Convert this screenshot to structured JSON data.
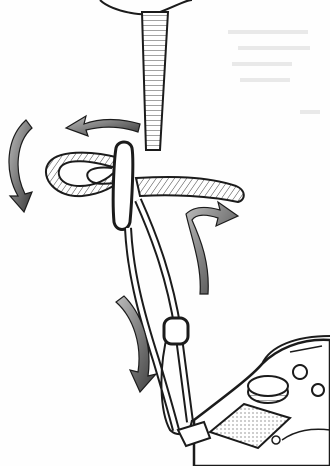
{
  "illustration": {
    "subject": "camera-neck-strap-threading",
    "arrow_icons": [
      "curved-arrow-left",
      "curved-arrow-up-left",
      "curved-arrow-right",
      "curved-arrow-down"
    ],
    "ink_color": "#1b1b1b",
    "background_color": "#ffffff"
  }
}
